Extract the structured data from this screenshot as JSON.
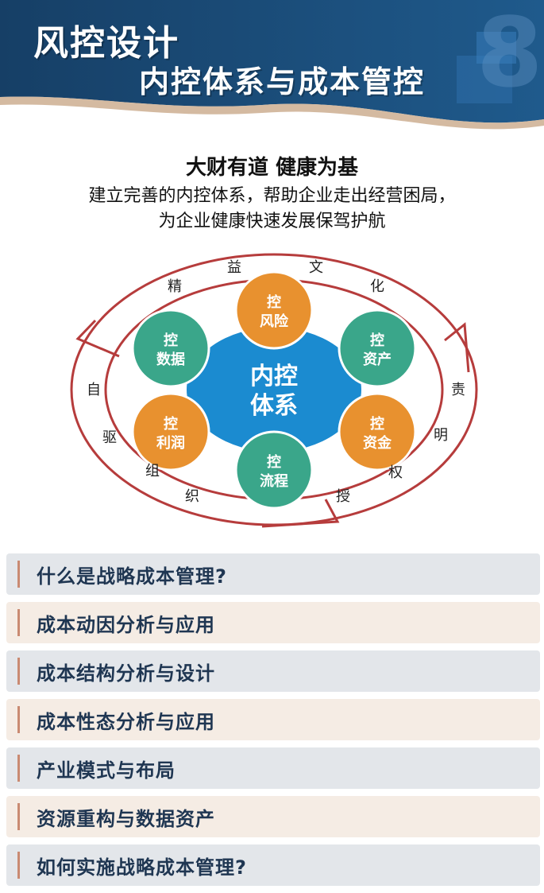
{
  "banner": {
    "title": "风控设计",
    "subtitle": "内控体系与成本管控",
    "watermark_digit": "8",
    "bg_color": "#1f4e79"
  },
  "headline": "大财有道 健康为基",
  "description": [
    "建立完善的内控体系，帮助企业走出经营困局，",
    "为企业健康快速发展保驾护航"
  ],
  "diagram": {
    "center": [
      "内控",
      "体系"
    ],
    "nodes": [
      {
        "lines": [
          "控",
          "风险"
        ],
        "color": "#e8912f"
      },
      {
        "lines": [
          "控",
          "资产"
        ],
        "color": "#3aa68a"
      },
      {
        "lines": [
          "控",
          "资金"
        ],
        "color": "#e8912f"
      },
      {
        "lines": [
          "控",
          "流程"
        ],
        "color": "#3aa68a"
      },
      {
        "lines": [
          "控",
          "利润"
        ],
        "color": "#e8912f"
      },
      {
        "lines": [
          "控",
          "数据"
        ],
        "color": "#3aa68a"
      }
    ],
    "ring_labels": [
      "精",
      "益",
      "文",
      "化",
      "责",
      "明",
      "权",
      "授",
      "织",
      "组",
      "驱",
      "自"
    ],
    "center_color": "#1b8bd0",
    "ring_color": "#b63c3c"
  },
  "menu": [
    {
      "label": "什么是战略成本管理?"
    },
    {
      "label": "成本动因分析与应用"
    },
    {
      "label": "成本结构分析与设计"
    },
    {
      "label": "成本性态分析与应用"
    },
    {
      "label": "产业模式与布局"
    },
    {
      "label": "资源重构与数据资产"
    },
    {
      "label": "如何实施战略成本管理?"
    }
  ]
}
